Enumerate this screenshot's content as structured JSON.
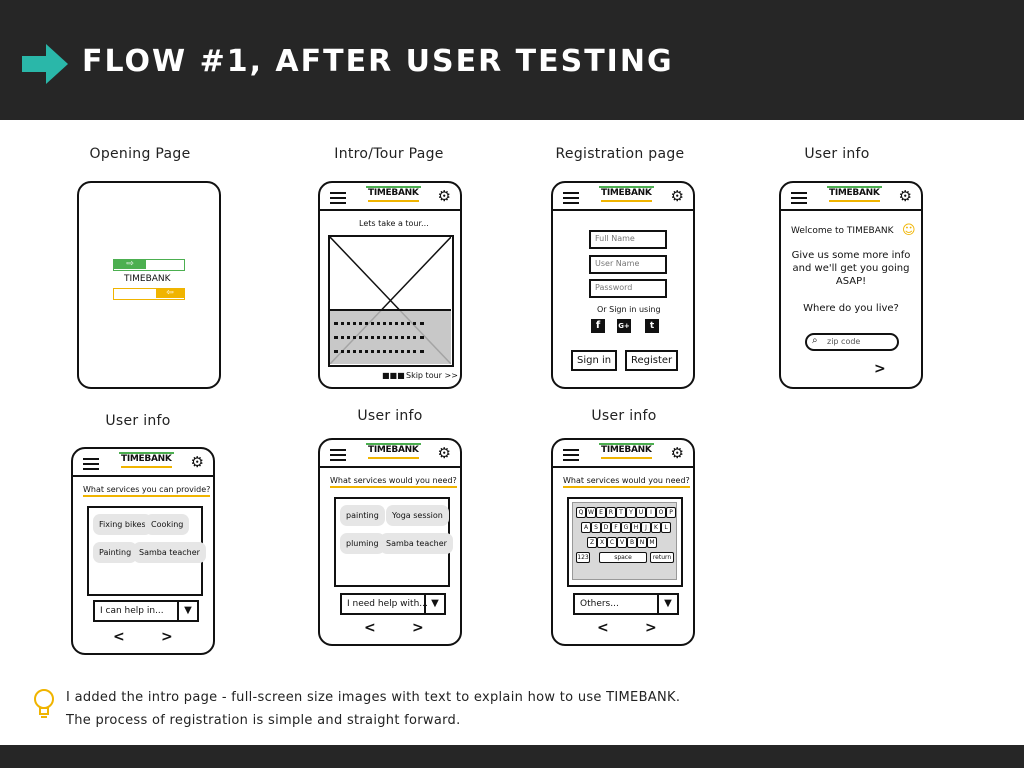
{
  "header": {
    "title": "FLOW #1, AFTER USER TESTING",
    "arrow_icon": "teal-arrow-icon",
    "accent": "#2ab7a9"
  },
  "screens": {
    "opening": {
      "label": "Opening Page",
      "brand": "TIMEBANK"
    },
    "intro": {
      "label": "Intro/Tour Page",
      "brand": "TIMEBANK",
      "tagline": "Lets take a tour...",
      "skip": "Skip tour >>"
    },
    "registration": {
      "label": "Registration page",
      "brand": "TIMEBANK",
      "full_name_placeholder": "Full Name",
      "user_name_placeholder": "User Name",
      "password_placeholder": "Password",
      "or_sign_in": "Or Sign in using",
      "sign_in": "Sign in",
      "register": "Register"
    },
    "userinfo1": {
      "label": "User info",
      "brand": "TIMEBANK",
      "welcome": "Welcome to TIMEBANK",
      "give_us": "Give us some more info and we'll get you going ASAP!",
      "where": "Where do you live?",
      "zip_placeholder": "zip code",
      "next": ">"
    },
    "userinfo2": {
      "label": "User info",
      "brand": "TIMEBANK",
      "question": "What services you can provide?",
      "chips": [
        "Fixing bikes",
        "Cooking",
        "Painting",
        "Samba teacher"
      ],
      "select": "I can help in...",
      "prev": "<",
      "next": ">"
    },
    "userinfo3": {
      "label": "User info",
      "brand": "TIMEBANK",
      "question": "What services would you need?",
      "chips": [
        "painting",
        "Yoga session",
        "pluming",
        "Samba teacher"
      ],
      "select": "I need help with...",
      "prev": "<",
      "next": ">"
    },
    "userinfo4": {
      "label": "User info",
      "brand": "TIMEBANK",
      "question": "What services would you need?",
      "keys_row1": [
        "Q",
        "W",
        "E",
        "R",
        "T",
        "Y",
        "U",
        "I",
        "O",
        "P"
      ],
      "keys_row2": [
        "A",
        "S",
        "D",
        "F",
        "G",
        "H",
        "J",
        "K",
        "L"
      ],
      "keys_row3": [
        "Z",
        "X",
        "C",
        "V",
        "B",
        "N",
        "M"
      ],
      "space": "space",
      "return": "return",
      "num": "123",
      "select": "Others...",
      "prev": "<",
      "next": ">"
    }
  },
  "notes": {
    "icon": "lightbulb-icon",
    "line1": "I added the intro page - full-screen size images with text to explain how to use TIMEBANK.",
    "line2": "The process of registration is simple and straight forward."
  }
}
